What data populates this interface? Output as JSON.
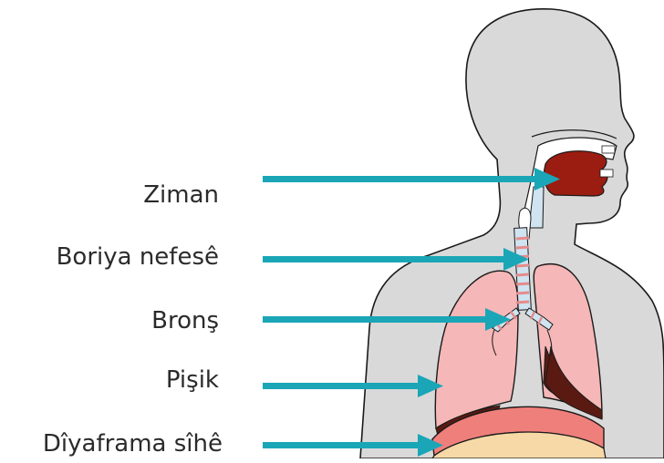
{
  "labels": {
    "tongue": "Ziman",
    "trachea": "Boriya nefesê",
    "bronchus": "Bronş",
    "lung": "Pişik",
    "diaphragm": "Dîyaframa sîhê"
  },
  "colors": {
    "body_fill": "#d9d9d9",
    "body_stroke": "#1a1a1a",
    "tongue": "#9b1c10",
    "mouth": "#ffffff",
    "lung": "#f5b7b7",
    "lung_dark": "#5a1a12",
    "trachea_light": "#cfe3f0",
    "trachea_ring": "#e58b8b",
    "diaphragm": "#ef7f7b",
    "diaphragm_base": "#f6d9a6",
    "arrow": "#1aa6b7"
  },
  "icons": [
    "arrow-right-icon"
  ]
}
